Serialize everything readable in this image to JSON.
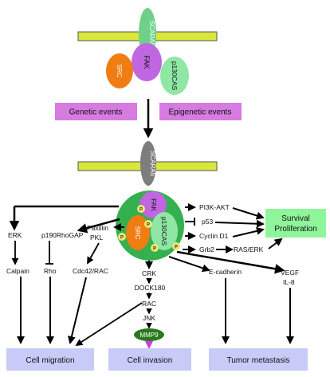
{
  "top_complex": {
    "receptor": "SCARA5",
    "fak": "FAK",
    "src": "SRC",
    "p130cas": "p130CAS"
  },
  "events": {
    "genetic": "Genetic events",
    "epigenetic": "Epigenetic events"
  },
  "mid_receptor": "SCARA5",
  "core_complex": {
    "fak": "FAK",
    "src": "SRC",
    "p130cas": "p130CAS",
    "phospho": "P"
  },
  "right_targets": {
    "pi3k": "PI3K-AKT",
    "p53": "p53",
    "cyclin": "Cyclin D1",
    "grb2": "Grb2",
    "ras": "RAS/ERK"
  },
  "survival": {
    "line1": "Survival",
    "line2": "Proliferation"
  },
  "pathways": {
    "erk": "ERK",
    "calpain": "Calpain",
    "p190": "p190RhoGAP",
    "rho": "Rho",
    "paxillin": "Paxillin",
    "pkl": "PKL",
    "cdc42": "Cdc42/RAC",
    "crk": "CRK",
    "dock": "DOCK180",
    "rac": "RAC",
    "jnk": "JNK",
    "mmp9": "MMP9",
    "ecad": "E-cadherin",
    "vegf": "VEGF",
    "il8": "IL-8"
  },
  "outcomes": {
    "migration": "Cell migration",
    "invasion": "Cell invasion",
    "metastasis": "Tumor metastasis"
  },
  "colors": {
    "membrane": "#d9e63a",
    "receptor_green": "#6fd08a",
    "fak": "#c066e0",
    "src": "#f07d12",
    "p130": "#8fe6a5",
    "event_box": "#d67be0",
    "gray_receptor": "#7d7d7d",
    "complex_ring": "#35b04f",
    "p_badge": "#f0e870",
    "survival_box": "#8ff59a",
    "outcome_box": "#c8cbf7",
    "mmp9": "#2a7a1d",
    "mmp9_arrow": "#d13be0"
  }
}
